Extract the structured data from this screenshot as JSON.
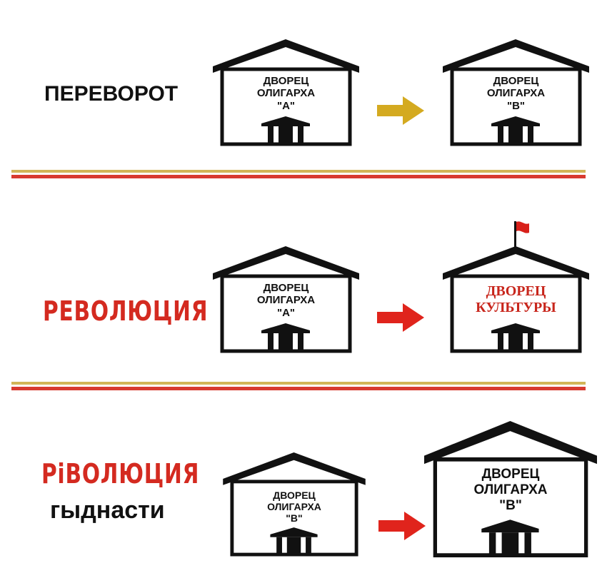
{
  "colors": {
    "coup_arrow": "#d4aa20",
    "revolution_arrow": "#e0241c",
    "red_text": "#d42a20",
    "divider_gold": "#d2b558",
    "divider_red": "#d83a30",
    "flag": "#d8201a"
  },
  "rows": [
    {
      "label": "ПЕРЕВОРОТ",
      "from": {
        "line1": "ДВОРЕЦ",
        "line2": "ОЛИГАРХА",
        "line3": "\"А\""
      },
      "to": {
        "line1": "ДВОРЕЦ",
        "line2": "ОЛИГАРХА",
        "line3": "\"В\""
      },
      "arrow_icon": "arrow-right-icon"
    },
    {
      "label": "РЕВОЛЮЦИЯ",
      "from": {
        "line1": "ДВОРЕЦ",
        "line2": "ОЛИГАРХА",
        "line3": "\"А\""
      },
      "to": {
        "line1": "ДВОРЕЦ",
        "line2": "КУЛЬТУРЫ"
      },
      "arrow_icon": "arrow-right-icon",
      "flag_icon": "flag-icon"
    },
    {
      "label": "РiВОЛЮЦИЯ",
      "sublabel": "гыднасти",
      "from": {
        "line1": "ДВОРЕЦ",
        "line2": "ОЛИГАРХА",
        "line3": "\"В\""
      },
      "to": {
        "line1": "ДВОРЕЦ",
        "line2": "ОЛИГАРХА",
        "line3": "\"В\""
      },
      "arrow_icon": "arrow-right-icon"
    }
  ]
}
